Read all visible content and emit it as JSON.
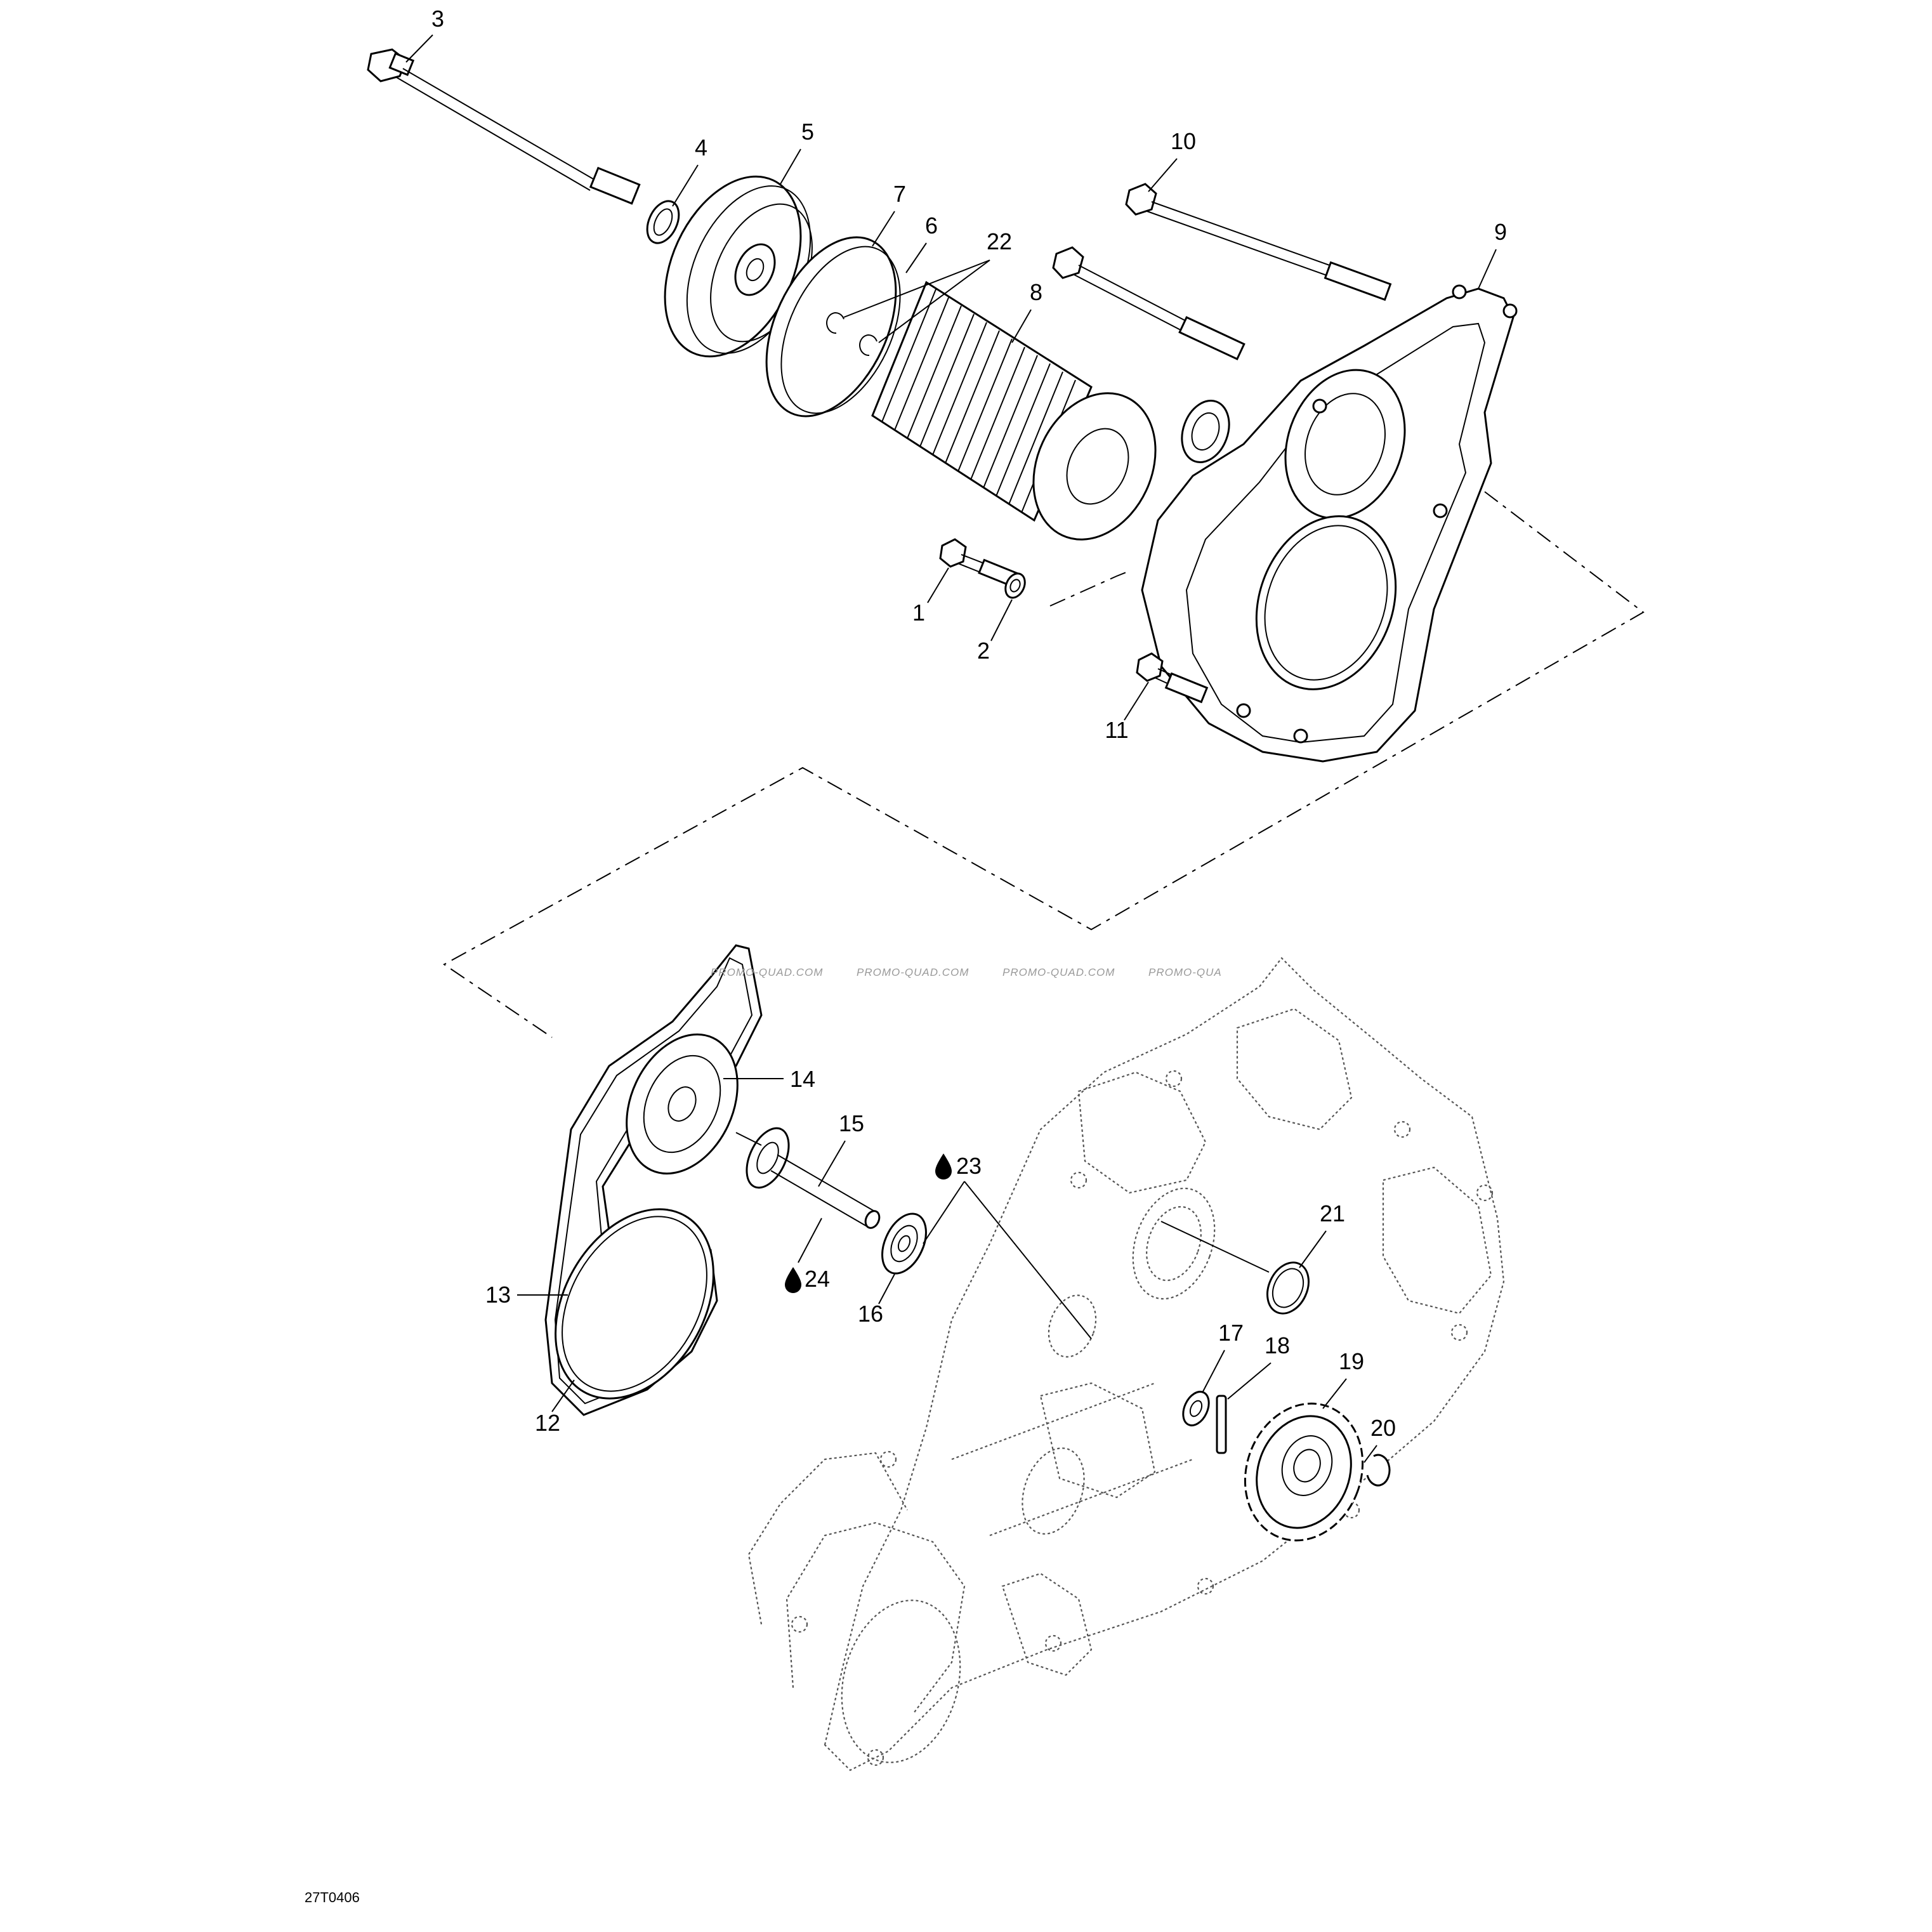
{
  "diagram": {
    "code": "27T0406",
    "watermark": [
      "PROMO-QUAD.COM",
      "PROMO-QUAD.COM",
      "PROMO-QUAD.COM",
      "PROMO-QUA"
    ],
    "callouts": {
      "c1": "1",
      "c2": "2",
      "c3": "3",
      "c4": "4",
      "c5": "5",
      "c6": "6",
      "c7": "7",
      "c8": "8",
      "c9": "9",
      "c10": "10",
      "c11": "11",
      "c12": "12",
      "c13": "13",
      "c14": "14",
      "c15": "15",
      "c16": "16",
      "c17": "17",
      "c18": "18",
      "c19": "19",
      "c20": "20",
      "c21": "21",
      "c22": "22",
      "c23": "23",
      "c24": "24"
    },
    "lubrication_marked": [
      "23",
      "24"
    ]
  }
}
